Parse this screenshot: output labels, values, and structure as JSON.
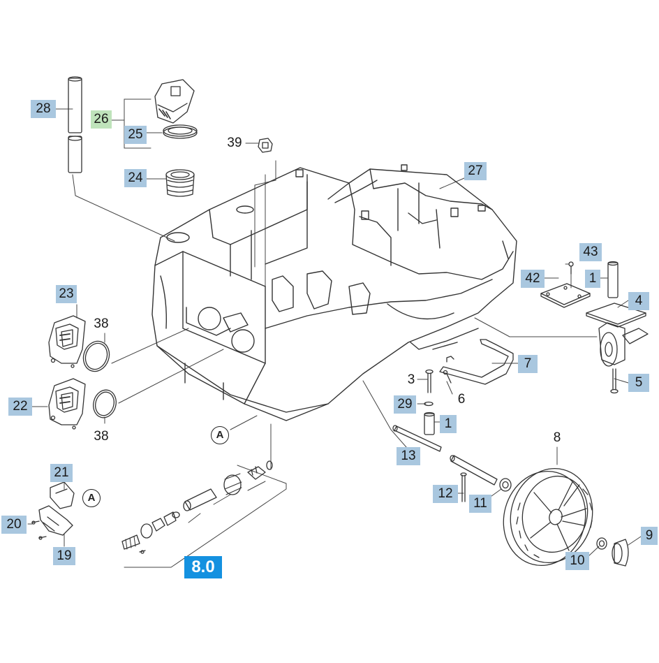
{
  "diagram": {
    "group_label": "8.0",
    "colors": {
      "part_label_bg": "#a9c7df",
      "highlight_label_bg": "#bfe3bb",
      "group_label_bg": "#1491e0",
      "line": "#333333"
    },
    "callouts": {
      "c28": "28",
      "c26": "26",
      "c25": "25",
      "c24": "24",
      "c39": "39",
      "c27": "27",
      "c43": "43",
      "c42": "42",
      "c1a": "1",
      "c4": "4",
      "c23": "23",
      "c38a": "38",
      "c38b": "38",
      "c22": "22",
      "c7": "7",
      "c3": "3",
      "c6": "6",
      "c5": "5",
      "c29": "29",
      "c1b": "1",
      "c13": "13",
      "c8": "8",
      "c21": "21",
      "c12": "12",
      "c11": "11",
      "c20": "20",
      "c19": "19",
      "c10": "10",
      "c9": "9"
    },
    "view_refs": {
      "a1": "A",
      "a2": "A"
    }
  }
}
